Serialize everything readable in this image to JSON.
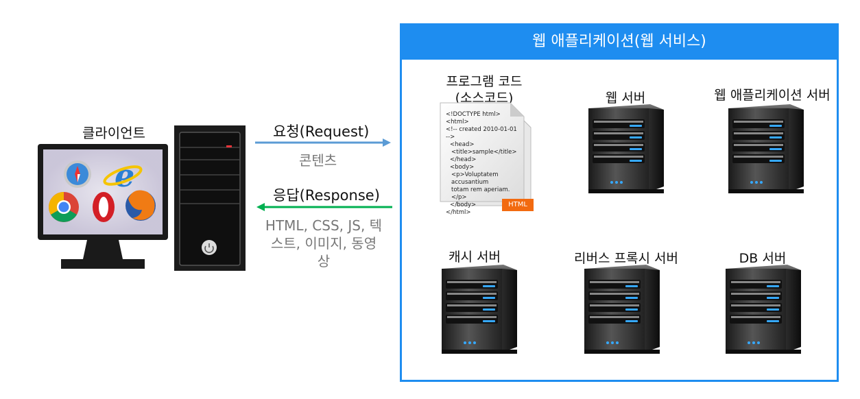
{
  "client": {
    "label": "클라이언트",
    "browsers": [
      "safari-icon",
      "internet-explorer-icon",
      "chrome-icon",
      "opera-icon",
      "firefox-icon"
    ]
  },
  "request": {
    "label": "요청(Request)",
    "content": "콘텐츠",
    "arrow_color": "#5b9bd5",
    "direction": "right"
  },
  "response": {
    "label": "응답(Response)",
    "content": "HTML, CSS, JS, 텍스트, 이미지, 동영상",
    "arrow_color": "#00b050",
    "direction": "left"
  },
  "web_app": {
    "title": "웹 애플리케이션(웹 서비스)",
    "accent": "#1e8df0",
    "source_code": {
      "label_line1": "프로그램 코드",
      "label_line2": "(소스코드)",
      "code_lines": [
        "<!DOCTYPE html>",
        "<html>",
        "<!-- created 2010-01-01 -->",
        "<head>",
        "<title>sample</title>",
        "</head>",
        "<body>",
        "<p>Voluptatem accusantium",
        "totam rem aperiam.</p>",
        "</body>",
        "</html>"
      ],
      "badge": "HTML"
    },
    "servers": [
      {
        "label": "웹 서버"
      },
      {
        "label": "웹 애플리케이션 서버"
      },
      {
        "label": "캐시 서버"
      },
      {
        "label": "리버스 프록시 서버"
      },
      {
        "label": "DB 서버"
      }
    ]
  }
}
